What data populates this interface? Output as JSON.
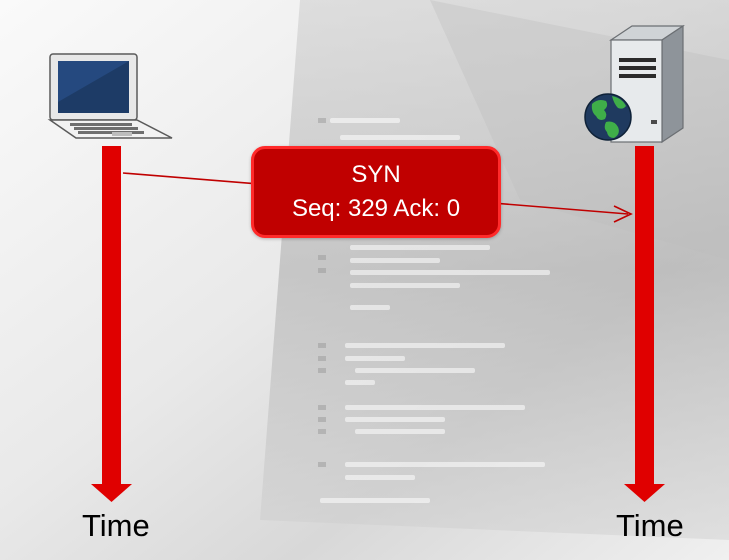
{
  "message": {
    "line1": "SYN",
    "line2": "Seq: 329 Ack: 0"
  },
  "timelines": {
    "left_label": "Time",
    "right_label": "Time"
  },
  "colors": {
    "timeline": "#e00000",
    "message_box": "#c00000",
    "message_border": "#ff2a2a",
    "arrow_line": "#c00000"
  },
  "icons": {
    "client": "laptop-icon",
    "server": "server-icon",
    "globe": "globe-icon"
  }
}
